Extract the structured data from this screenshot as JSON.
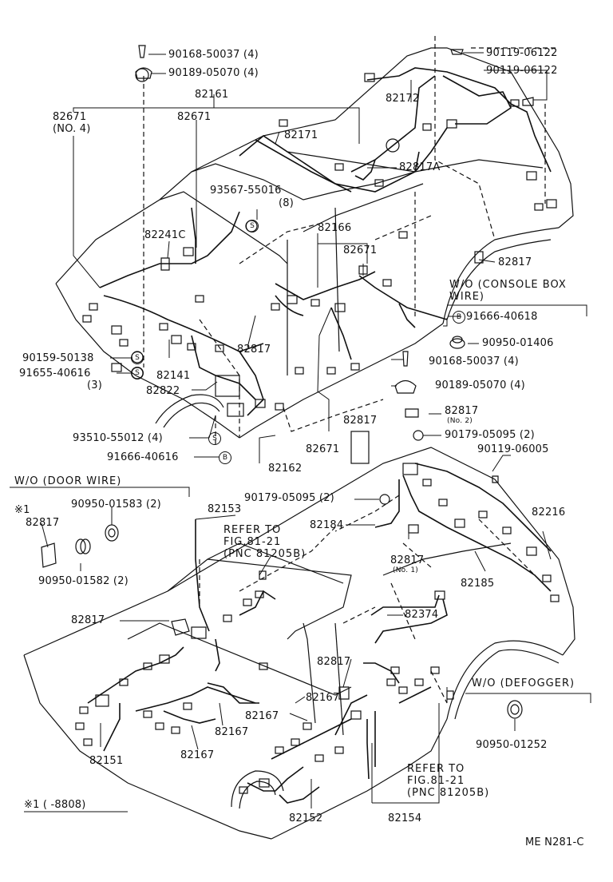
{
  "labels": {
    "p90168_50037_top": "90168-50037 (4)",
    "p90189_05070_top": "90189-05070 (4)",
    "p90119_06122_a": "90119-06122",
    "p90119_06122_b": "90119-06122",
    "p82161": "82161",
    "p82671_no4": "82671",
    "p82671_no4_sub": "(NO. 4)",
    "p82671_top": "82671",
    "p82172": "82172",
    "p82171": "82171",
    "p82817A": "82817A",
    "p93567_55016": "93567-55016",
    "p93567_55016_qty": "(8)",
    "p82166": "82166",
    "p82241C": "82241C",
    "p82671_mid": "82671",
    "p82817_rear": "82817",
    "p82817_center": "82817",
    "p90159_50138": "90159-50138",
    "p91655_40616": "91655-40616",
    "p91655_40616_qty": "(3)",
    "p82141": "82141",
    "p82822": "82822",
    "p93510_55012": "93510-55012 (4)",
    "p91666_40616": "91666-40616",
    "p82162": "82162",
    "p82671_low": "82671",
    "p82817_pad": "82817",
    "p82817_no2": "82817",
    "p82817_no2_sub": "(No. 2)",
    "p90179_05095_r": "90179-05095 (2)",
    "p90119_06005": "90119-06005",
    "p90168_50037_r": "90168-50037 (4)",
    "p90189_05070_r": "90189-05070 (4)",
    "p91666_40618": "91666-40618",
    "p90950_01406": "90950-01406",
    "p90179_05095_l": "90179-05095 (2)",
    "p82153": "82153",
    "p82184": "82184",
    "p82817_no1": "82817",
    "p82817_no1_sub": "(No. 1)",
    "p82216": "82216",
    "p82185": "82185",
    "p82374": "82374",
    "p82817_front": "82817",
    "p82817_lower": "82817",
    "p82167_a": "82167",
    "p82167_b": "82167",
    "p82167_c": "82167",
    "p82167_d": "82167",
    "p82151": "82151",
    "p82152": "82152",
    "p82154": "82154",
    "p90950_01583": "90950-01583 (2)",
    "p82817_dw": "82817",
    "p90950_01582": "90950-01582 (2)",
    "p90950_01252": "90950-01252",
    "refer1_l1": "REFER TO",
    "refer1_l2": "FIG.81-21",
    "refer1_l3": "(PNC 81205B)",
    "refer2_l1": "REFER TO",
    "refer2_l2": "FIG.81-21",
    "refer2_l3": "(PNC 81205B)",
    "wo_console_l1": "W/O  (CONSOLE BOX",
    "wo_console_l2": "WIRE)",
    "wo_door": "W/O  (DOOR WIRE)",
    "wo_defogger": "W/O  (DEFOGGER)",
    "note_mark": "※1",
    "note_footer": "※1 (    -8808)",
    "code": "ME N281-C"
  },
  "symbols": {
    "s": "S",
    "b": "B"
  }
}
